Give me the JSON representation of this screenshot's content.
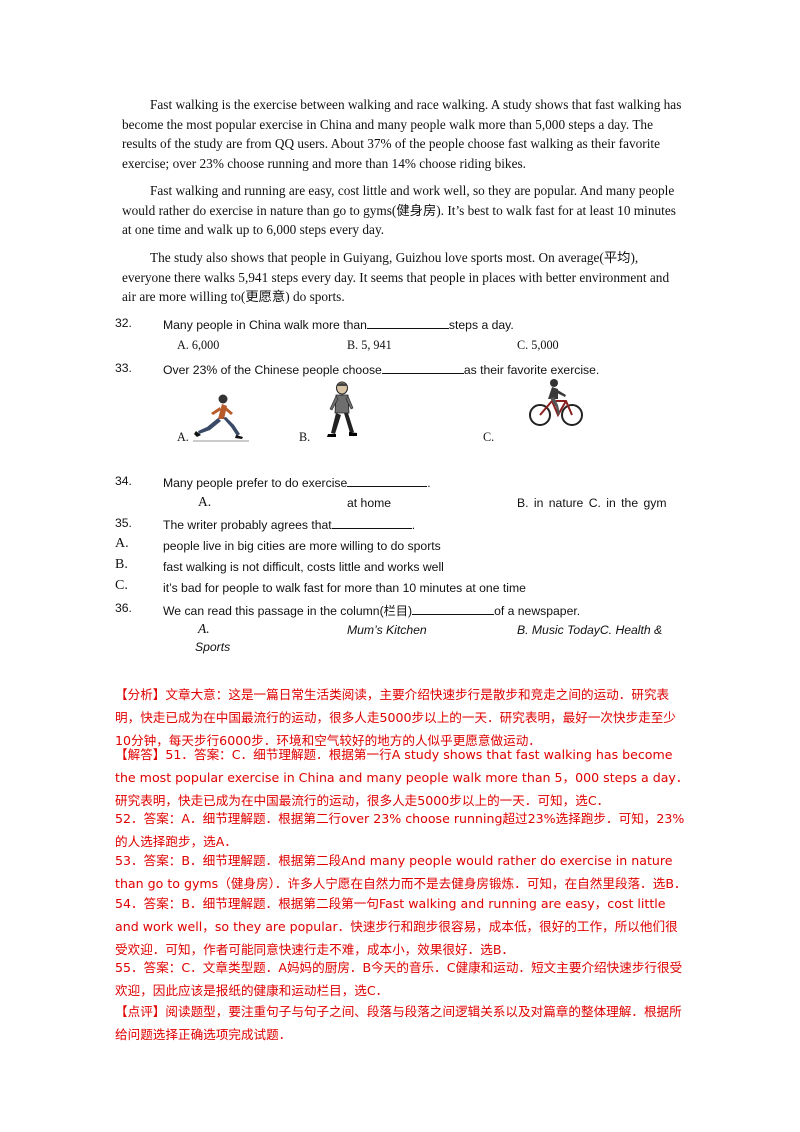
{
  "passage": {
    "p1": "Fast walking is the exercise between walking and race walking. A study shows that fast walking has become the most popular exercise in China and many people walk more than 5,000 steps a day. The results of the study are from QQ users. About 37% of the people choose fast walking as their favorite exercise; over 23% choose running and more than 14% choose riding bikes.",
    "p2": "Fast walking and running are easy, cost little and work well, so they are popular. And many people would rather do exercise in nature than go to gyms(健身房). It’s best to walk fast for at least 10 minutes at one time and walk up to 6,000 steps every day.",
    "p3": "The study also shows that people in Guiyang, Guizhou love sports most. On average(平均), everyone there walks 5,941 steps every day. It seems that people in places with better environment and air are more willing to(更愿意) do sports."
  },
  "questions": {
    "q32": {
      "num": "32.",
      "before": "Many people in China walk more than",
      "after": "steps a day.",
      "a": "A. 6,000",
      "b": "B. 5, 941",
      "c": "C. 5,000"
    },
    "q33": {
      "num": "33.",
      "before": "Over 23% of the Chinese people choose",
      "after": "as their favorite exercise.",
      "a": "A.",
      "b": "B.",
      "c": "C."
    },
    "q34": {
      "num": "34.",
      "before": "Many people prefer to do exercise",
      "after": ".",
      "a_letter": "A.",
      "a_text": "at home",
      "bc": "B. in nature    C. in the gym"
    },
    "q35": {
      "num": "35.",
      "before": "The writer probably agrees that",
      "after": ".",
      "a_letter": "A.",
      "a": "people live in big cities are more willing to do sports",
      "b_letter": "B.",
      "b": "fast walking is not difficult, costs little and works well",
      "c_letter": "C.",
      "c": "it’s bad for people to walk fast for more than 10 minutes at one time"
    },
    "q36": {
      "num": "36.",
      "before": "We can read this passage in the column(栏目)",
      "after": "of a newspaper.",
      "a_letter": "A.",
      "a": "Mum’s Kitchen",
      "bc": "B. Music TodayC. Health &",
      "c_cont": "Sports"
    }
  },
  "answers": [
    "【分析】文章大意：这是一篇日常生活类阅读，主要介绍快速步行是散步和竞走之间的运动．研究表明，快走已成为在中国最流行的运动，很多人走5000步以上的一天．研究表明，最好一次快步走至少10分钟，每天步行6000步．环境和空气较好的地方的人似乎更愿意做运动．",
    "【解答】51．答案：C．细节理解题．根据第一行A study shows that fast walking has become the most popular exercise in China and many people walk more than 5，000 steps a day．研究表明，快走已成为在中国最流行的运动，很多人走5000步以上的一天．可知，选C．",
    "52．答案：A．细节理解题．根据第二行over 23% choose running超过23%选择跑步．可知，23%的人选择跑步，选A．",
    "53．答案：B．细节理解题．根据第二段And many people would rather do exercise in nature than go to gyms（健身房）．许多人宁愿在自然力而不是去健身房锻炼．可知，在自然里段落．选B．",
    "54．答案：B．细节理解题．根据第二段第一句Fast walking and running are easy，cost little and work well，so they are popular．快速步行和跑步很容易，成本低，很好的工作，所以他们很受欢迎．可知，作者可能同意快速行走不难，成本小，效果很好．选B．",
    "55．答案：C．文章类型题．A妈妈的厨房．B今天的音乐．C健康和运动．短文主要介绍快速步行很受欢迎，因此应该是报纸的健康和运动栏目，选C．",
    "【点评】阅读题型，要注重句子与句子之间、段落与段落之间逻辑关系以及对篇章的整体理解．根据所给问题选择正确选项完成试题．"
  ],
  "icons": {
    "a": "running-man-icon",
    "b": "walking-man-icon",
    "c": "cyclist-icon"
  }
}
